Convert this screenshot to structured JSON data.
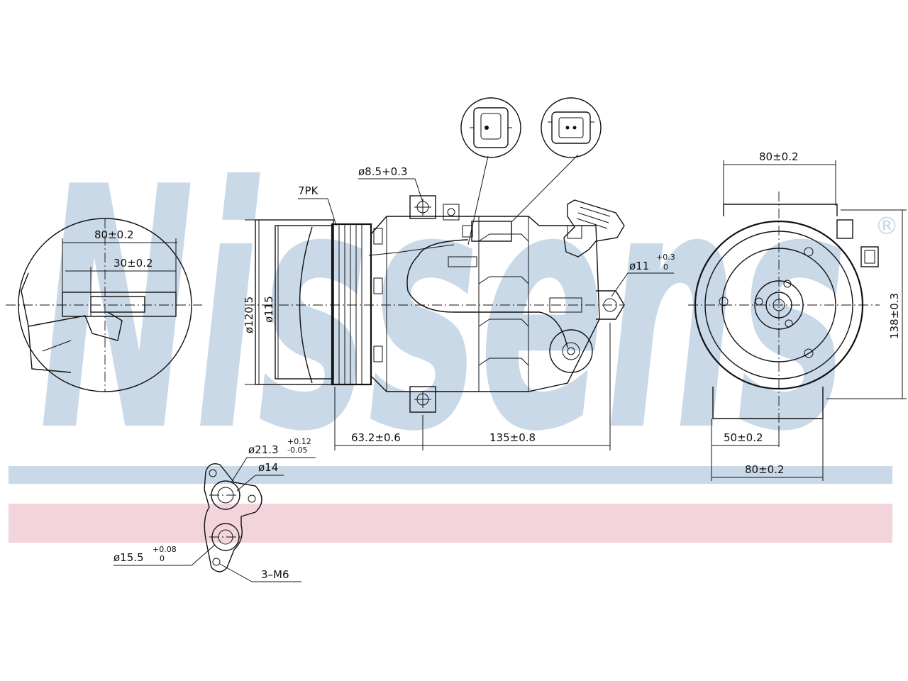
{
  "watermark": {
    "text": "Nissens",
    "registered_mark": "®",
    "colors": {
      "blue": "#c9d9e8",
      "pink": "#f3d4da"
    }
  },
  "labels": {
    "detail_width": "80±0.2",
    "detail_offset": "30±0.2",
    "pulley_type": "7PK",
    "hole_small": "ø8.5+0.3",
    "hole_right": "ø11",
    "hole_right_tol_upper": "+0.3",
    "hole_right_tol_lower": "0",
    "dia_outer": "ø120.5",
    "dia_inner": "ø115",
    "length_a": "63.2±0.6",
    "length_b": "135±0.8",
    "front_width_top": "80±0.2",
    "front_height": "138±0.3",
    "front_offset": "50±0.2",
    "front_width_bottom": "80±0.2",
    "port_large": "ø21.3",
    "port_large_tol_upper": "+0.12",
    "port_large_tol_lower": "-0.05",
    "port_mid": "ø14",
    "port_small": "ø15.5",
    "port_small_tol_upper": "+0.08",
    "port_small_tol_lower": "0",
    "thread": "3–M6"
  },
  "icons": [
    "connector-plug-a-icon",
    "connector-plug-b-icon"
  ]
}
